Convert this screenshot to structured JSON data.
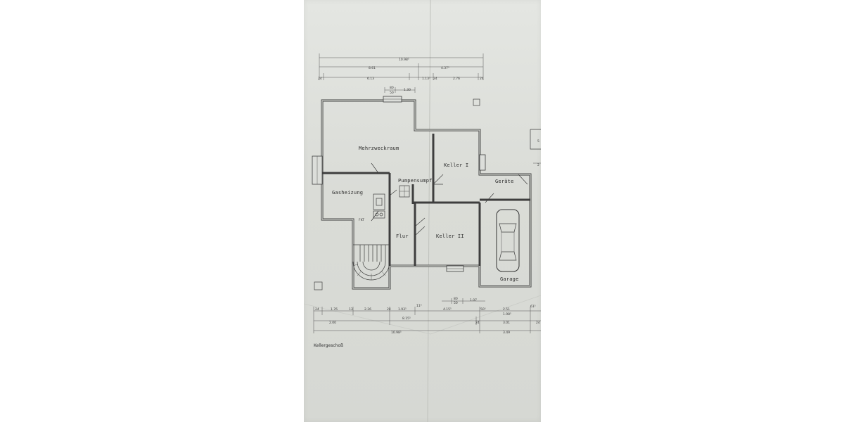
{
  "rooms": {
    "mehrzweckraum": "Mehrzweckraum",
    "keller1": "Keller I",
    "pumpensumpf": "Pumpensumpf",
    "gasheizung": "Gasheizung",
    "geraete": "Geräte",
    "flur": "Flur",
    "keller2": "Keller II",
    "garage": "Garage",
    "fixture": "FKT"
  },
  "top_dimensions": {
    "overall": "10.98⁵",
    "segment_left": "8.61",
    "segment_right": "4.37⁵",
    "row3": [
      "24",
      "6.13",
      "1.13⁵",
      "24",
      "2.76",
      "24"
    ],
    "window_dims": [
      "80",
      "50",
      "1.30"
    ]
  },
  "bottom_dimensions": {
    "window_dims": [
      "80",
      "50",
      "1.07"
    ],
    "row1": [
      "24",
      "1.76",
      "13",
      "2.26",
      "24",
      "1.93⁵",
      "11⁵",
      "4.15⁵",
      "50⁵",
      "2.51",
      "61⁵",
      "1.98⁵"
    ],
    "row2": [
      "2.00",
      "8.15⁵",
      "24",
      "3.01",
      "24"
    ],
    "overall": "10.98⁵",
    "garage_total": "3.49"
  },
  "caption": "Kellergeschoß"
}
